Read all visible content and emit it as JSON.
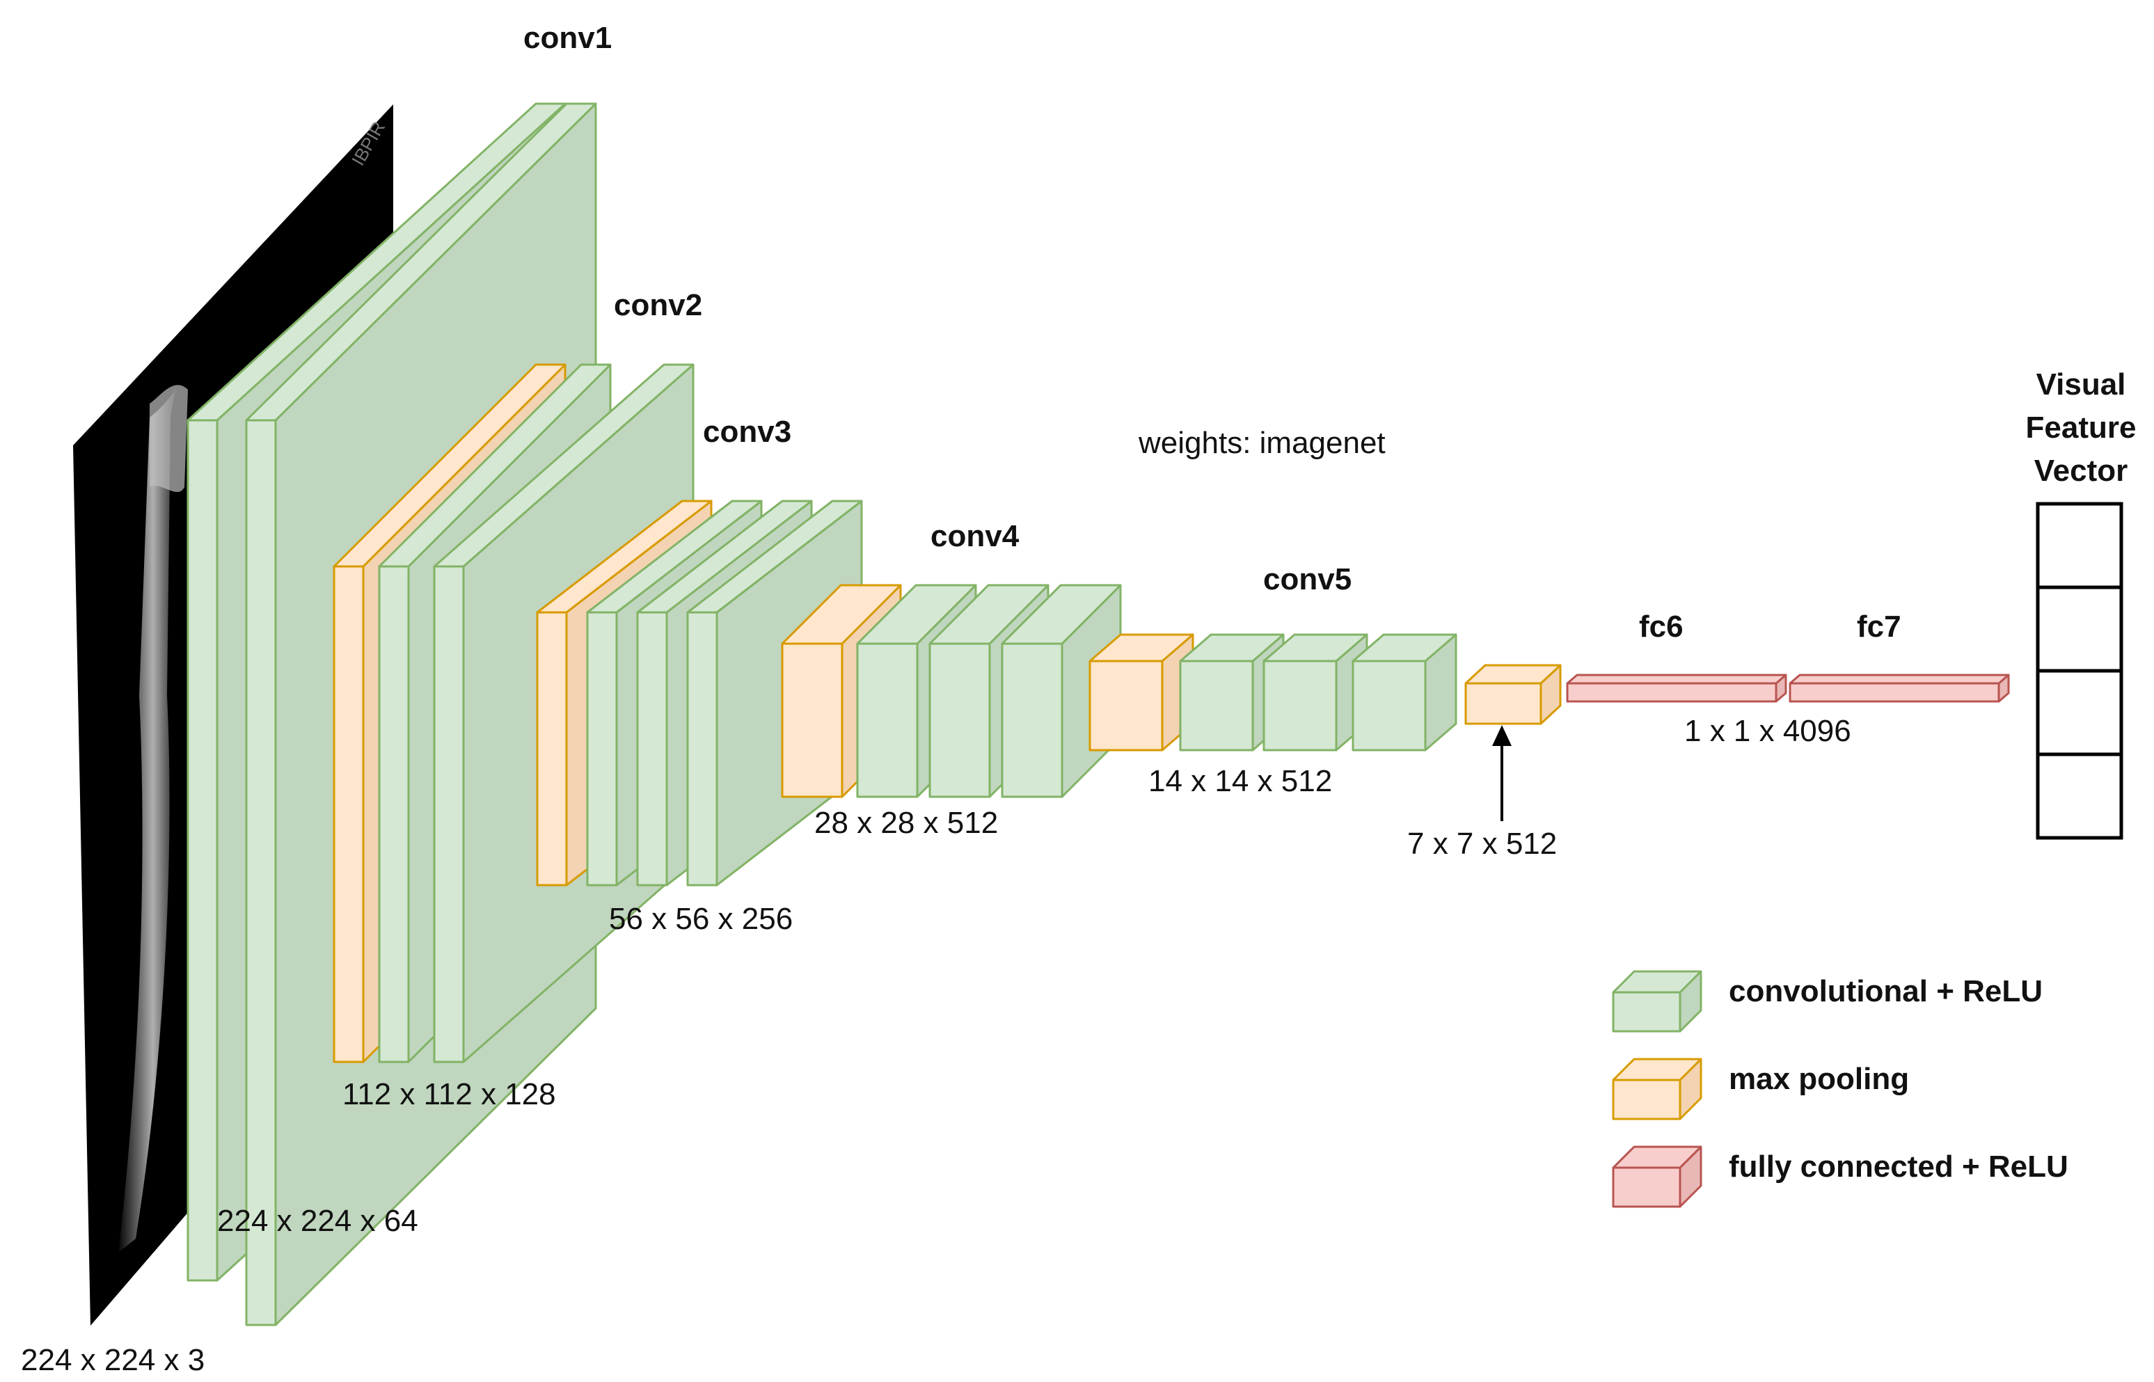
{
  "diagram": {
    "stages": {
      "conv1": "conv1",
      "conv2": "conv2",
      "conv3": "conv3",
      "conv4": "conv4",
      "conv5": "conv5",
      "fc6": "fc6",
      "fc7": "fc7"
    },
    "dims": {
      "input": "224 x 224 x 3",
      "conv1": "224 x 224 x 64",
      "conv2": "112 x 112 x 128",
      "conv3": "56 x 56 x 256",
      "conv4": "28 x 28 x 512",
      "conv5": "14 x 14 x 512",
      "pool5": "7 x 7 x 512",
      "fc": "1 x 1 x 4096"
    },
    "weights_note": "weights: imagenet",
    "output_title": [
      "Visual",
      "Feature",
      "Vector"
    ],
    "legend": [
      {
        "label": "convolutional + ReLU",
        "color": "#d5e8d4"
      },
      {
        "label": "max pooling",
        "color": "#ffe6cc"
      },
      {
        "label": "fully connected + ReLU",
        "color": "#f8cecc"
      }
    ],
    "colors": {
      "conv_fill": "#d5e8d4",
      "conv_side": "#c0d6bf",
      "conv_stroke": "#82b366",
      "pool_fill": "#ffe6cc",
      "pool_side": "#f3d3b2",
      "pool_stroke": "#d79b00",
      "fc_fill": "#f8cecc",
      "fc_side": "#e9b8b6",
      "fc_stroke": "#b85450"
    }
  }
}
